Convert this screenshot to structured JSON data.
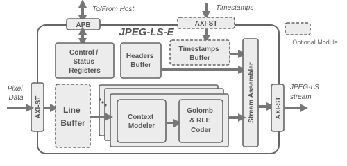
{
  "diagram": {
    "title": "JPEG-LS-E",
    "apb": "APB",
    "to_from_host": "To/From Host",
    "timestamps_label": "Timestamps",
    "axi_st": "AXI-ST",
    "optional_module": "Optional Module",
    "control_status": [
      "Control /",
      "Status",
      "Registers"
    ],
    "headers_buffer": [
      "Headers",
      "Buffer"
    ],
    "timestamps_buffer": [
      "Timestamps",
      "Buffer"
    ],
    "stream_assembler": "Stream Assembler",
    "line_buffer": [
      "Line",
      "Buffer"
    ],
    "context_modeler": [
      "Context",
      "Modeler"
    ],
    "golomb_rle_coder": [
      "Golomb",
      "& RLE",
      "Coder"
    ],
    "pixel_data": [
      "Pixel",
      "Data"
    ],
    "jpeg_ls_stream": [
      "JPEG-LS",
      "stream"
    ]
  },
  "colors": {
    "fill": "#ececec",
    "stroke": "#666666",
    "text": "#555555",
    "arrow": "#777777"
  }
}
